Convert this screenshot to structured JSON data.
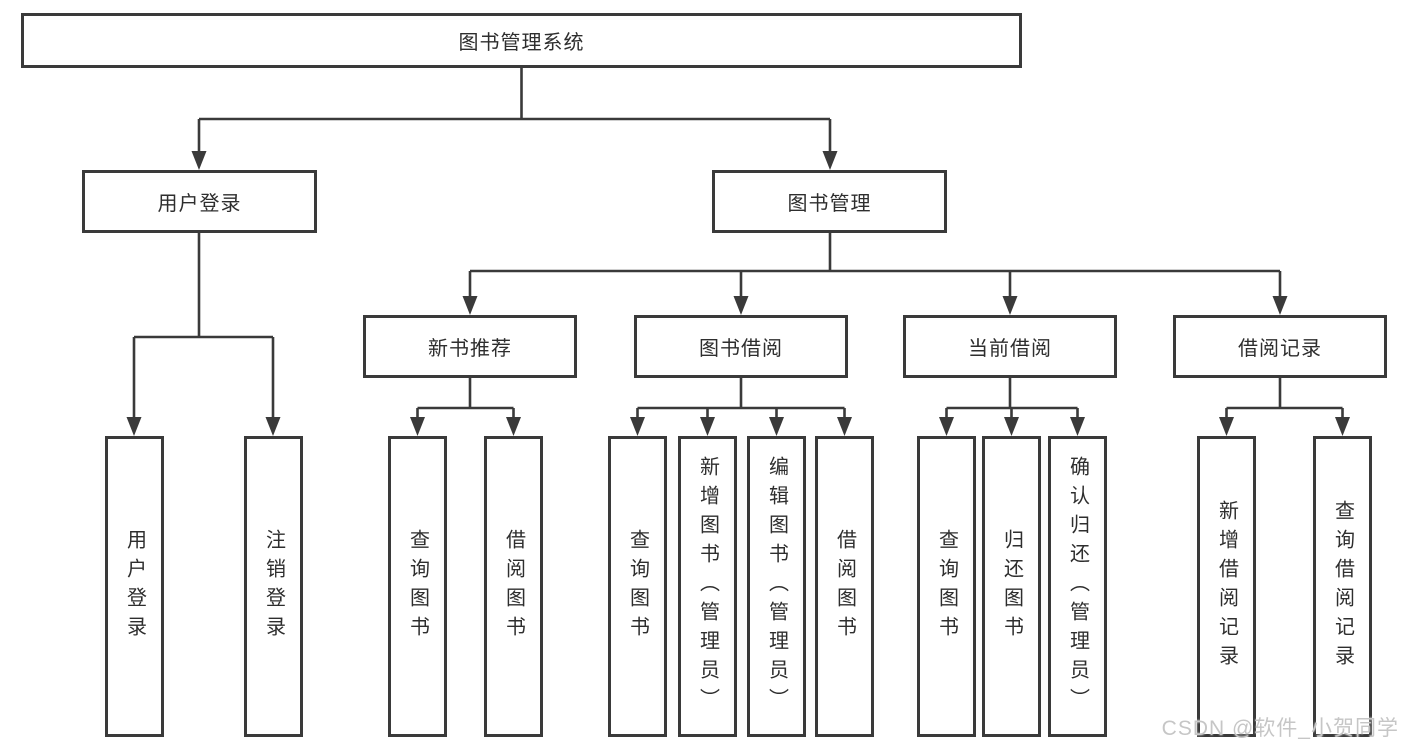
{
  "colors": {
    "background": "#ffffff",
    "box_border": "#3a3a3a",
    "connector_line": "#3a3a3a",
    "text": "#2e2e2e",
    "watermark": "#c6c6c6"
  },
  "tree": {
    "root": "图书管理系统",
    "branches": [
      {
        "label": "用户登录",
        "leaves": [
          "用户登录",
          "注销登录"
        ]
      },
      {
        "label": "图书管理",
        "children": [
          {
            "label": "新书推荐",
            "leaves": [
              "查询图书",
              "借阅图书"
            ]
          },
          {
            "label": "图书借阅",
            "leaves": [
              "查询图书",
              "新增图书（管理员）",
              "编辑图书（管理员）",
              "借阅图书"
            ]
          },
          {
            "label": "当前借阅",
            "leaves": [
              "查询图书",
              "归还图书",
              "确认归还（管理员）"
            ]
          },
          {
            "label": "借阅记录",
            "leaves": [
              "新增借阅记录",
              "查询借阅记录"
            ]
          }
        ]
      }
    ]
  },
  "watermark": "CSDN @软件_小贺同学"
}
